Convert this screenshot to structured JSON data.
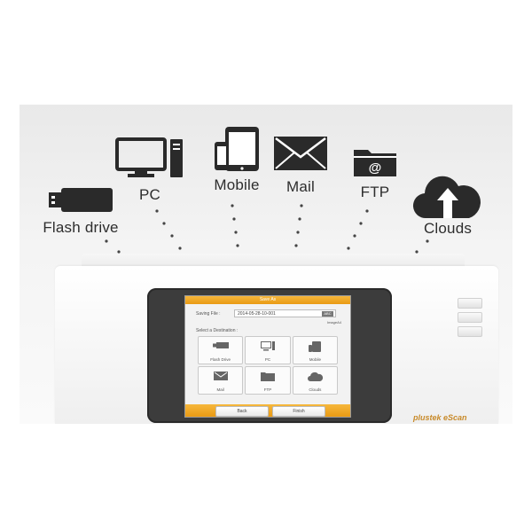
{
  "destinations": [
    {
      "label": "Flash drive",
      "icon": "flash-drive-icon"
    },
    {
      "label": "PC",
      "icon": "pc-icon"
    },
    {
      "label": "Mobile",
      "icon": "mobile-icon"
    },
    {
      "label": "Mail",
      "icon": "mail-icon"
    },
    {
      "label": "FTP",
      "icon": "ftp-folder-icon"
    },
    {
      "label": "Clouds",
      "icon": "cloud-upload-icon"
    }
  ],
  "screen": {
    "title": "Save As",
    "saving_file_label": "Saving File :",
    "filename": "2014-05-28-10-001",
    "keyboard_badge": "ABC",
    "sub_info": "ImageA4",
    "select_destination_label": "Select a Destination :",
    "tiles": [
      {
        "label": "Flash Drive",
        "icon": "flash-drive-icon"
      },
      {
        "label": "PC",
        "icon": "pc-icon"
      },
      {
        "label": "Mobile",
        "icon": "mobile-icon"
      },
      {
        "label": "Mail",
        "icon": "mail-icon"
      },
      {
        "label": "FTP",
        "icon": "ftp-folder-icon"
      },
      {
        "label": "Clouds",
        "icon": "cloud-upload-icon"
      }
    ],
    "back_label": "Back",
    "finish_label": "Finish"
  },
  "brand": "plustek eScan",
  "colors": {
    "accent": "#efa523",
    "icon": "#2a2a2a",
    "bezel": "#3c3c3c"
  }
}
